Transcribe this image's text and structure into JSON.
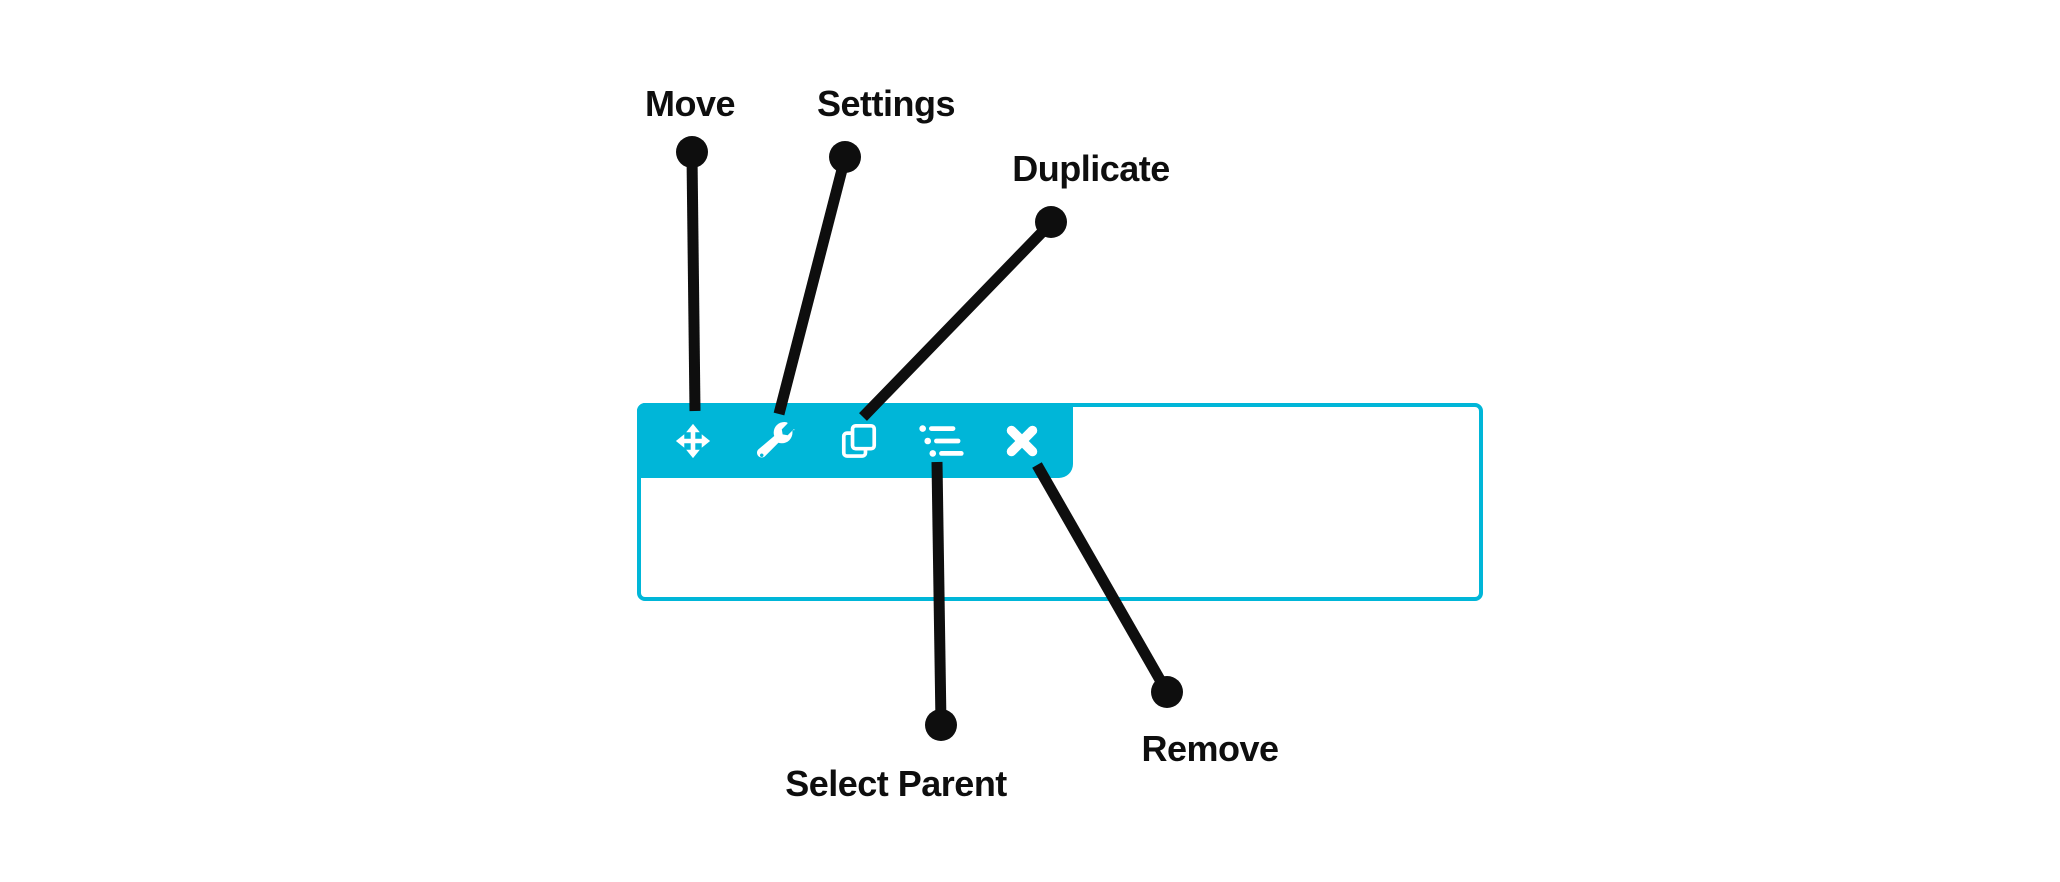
{
  "diagram": {
    "description": "Annotated page-builder module toolbar diagram",
    "colors": {
      "accent": "#00b6d8",
      "annotation": "#0e0e0e",
      "icon": "#ffffff",
      "background": "#ffffff"
    },
    "toolbar": {
      "buttons": [
        {
          "name": "move",
          "icon": "move-arrows-icon"
        },
        {
          "name": "settings",
          "icon": "wrench-icon"
        },
        {
          "name": "duplicate",
          "icon": "copy-pages-icon"
        },
        {
          "name": "select-parent",
          "icon": "nested-list-icon"
        },
        {
          "name": "remove",
          "icon": "x-icon"
        }
      ]
    },
    "annotations": {
      "move": {
        "label": "Move"
      },
      "settings": {
        "label": "Settings"
      },
      "duplicate": {
        "label": "Duplicate"
      },
      "select_parent": {
        "label": "Select Parent"
      },
      "remove": {
        "label": "Remove"
      }
    }
  }
}
